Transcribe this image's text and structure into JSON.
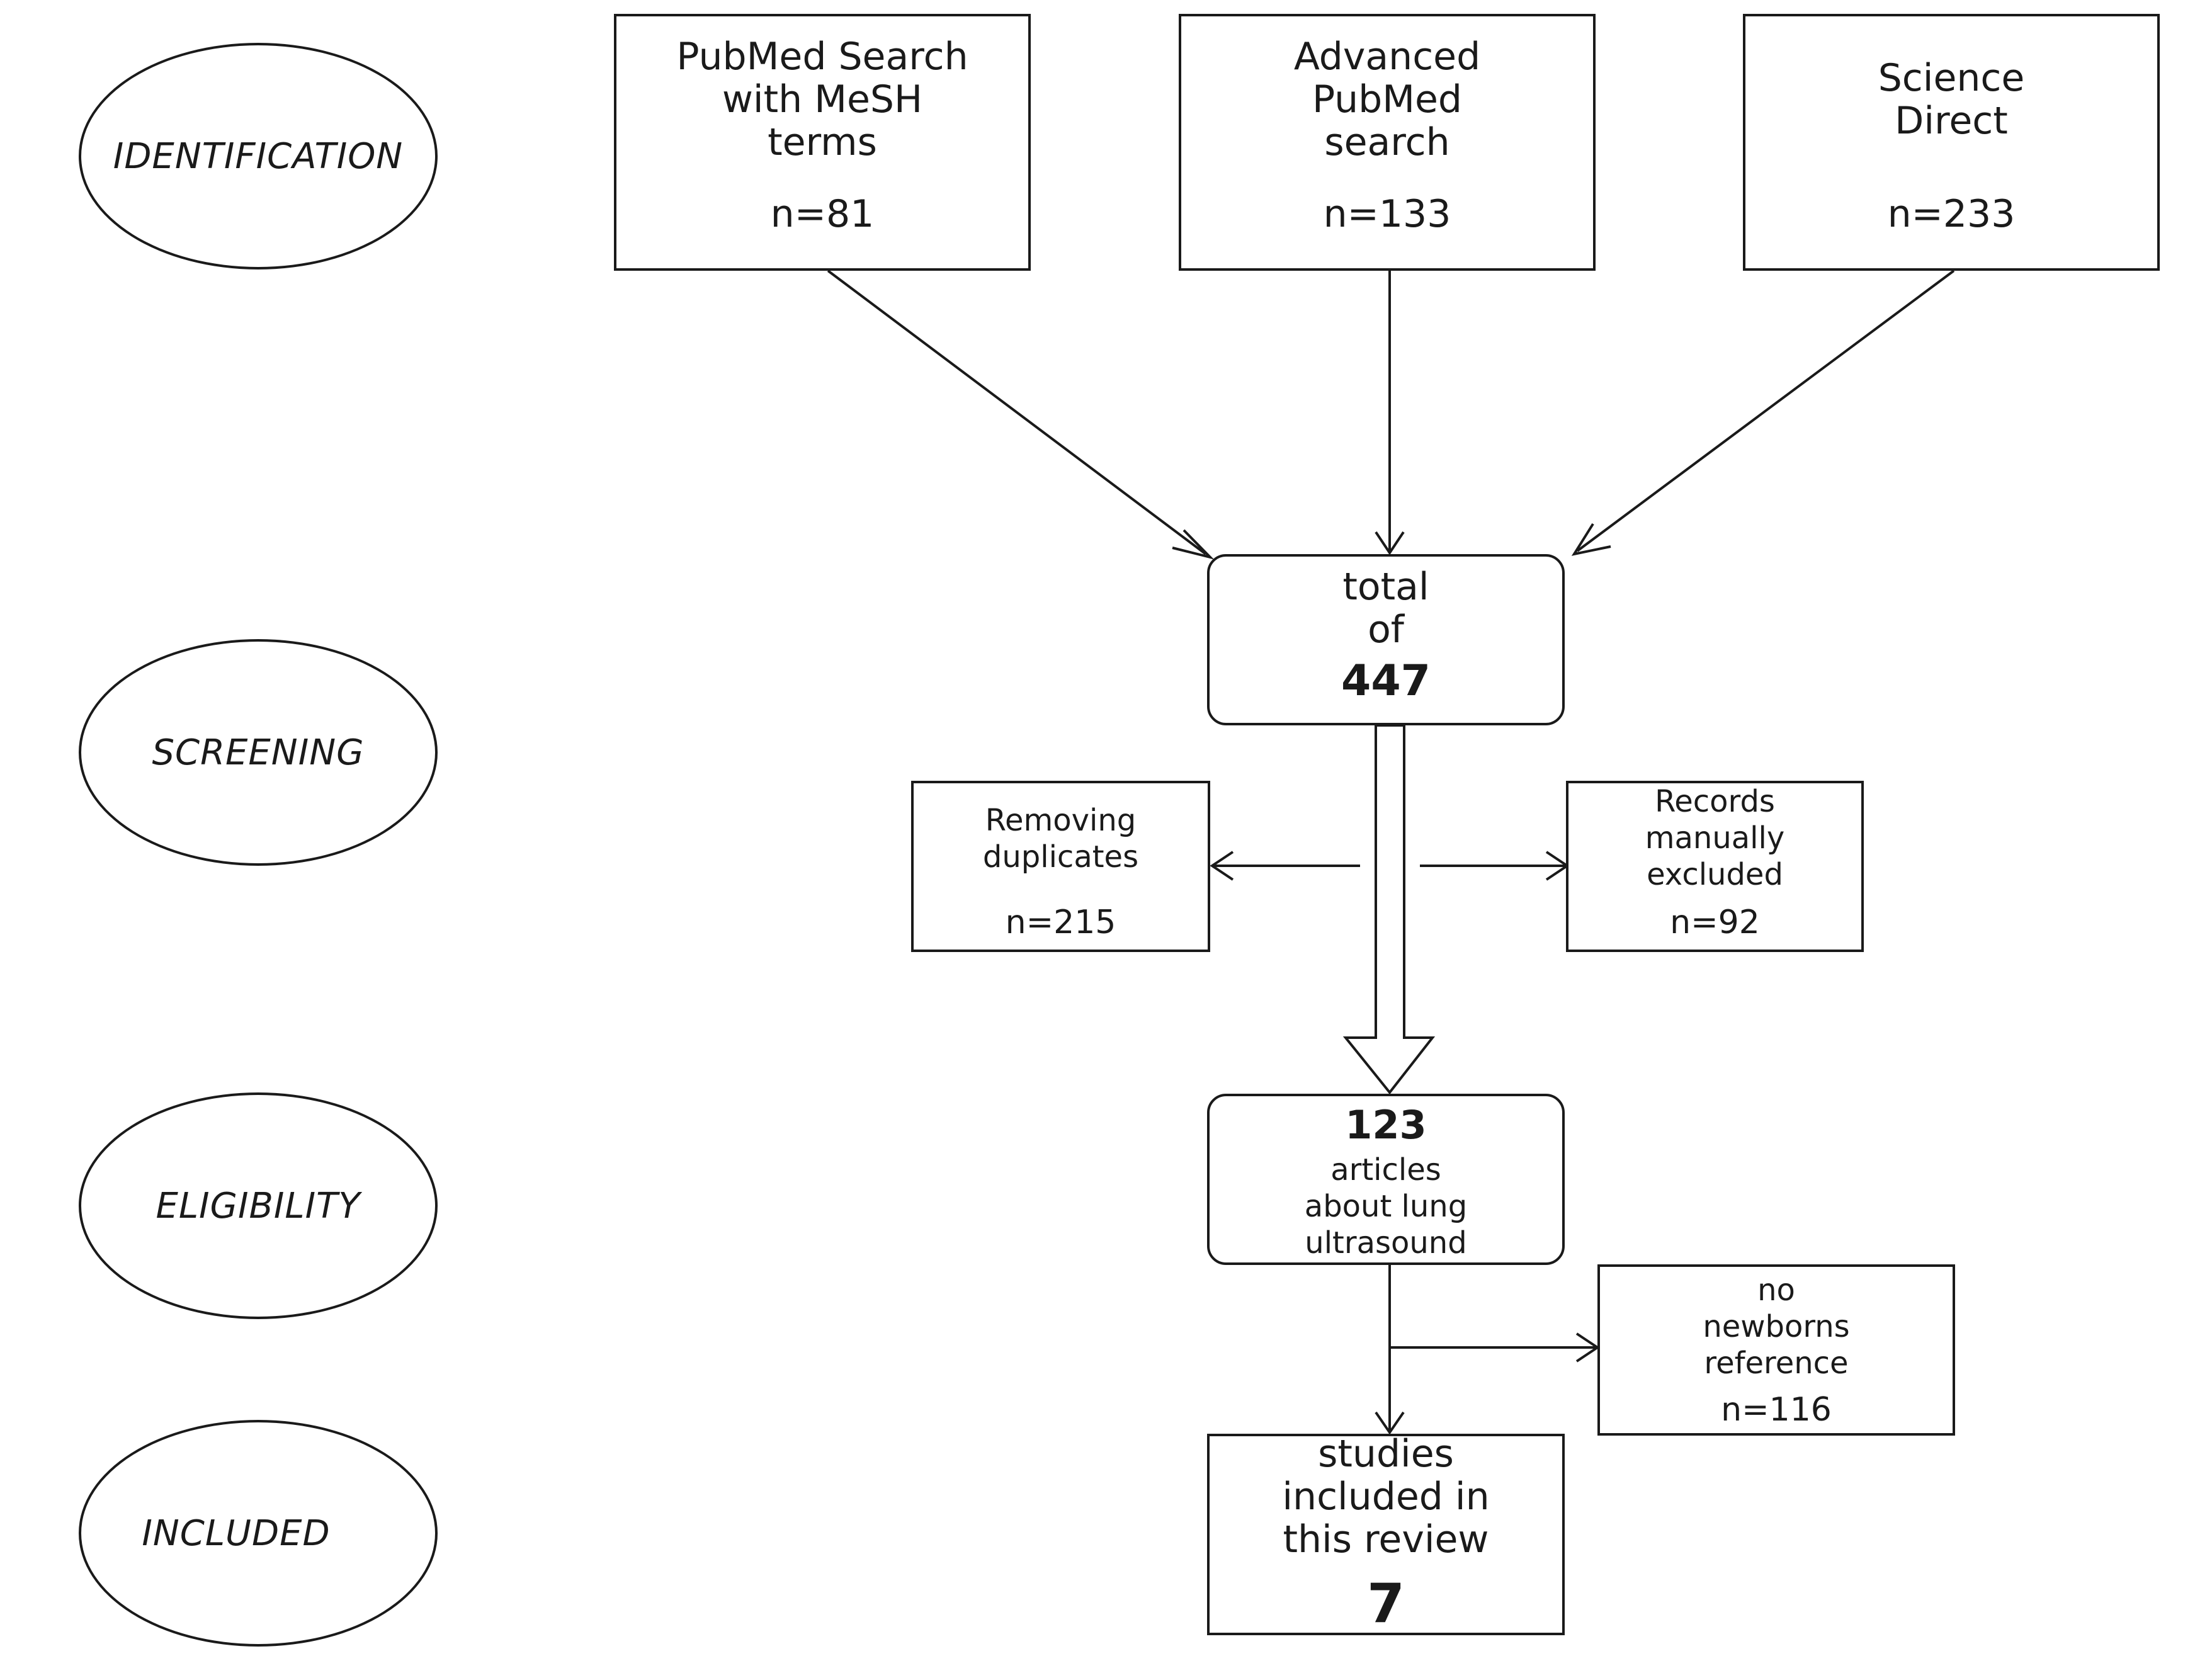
{
  "stages": {
    "identification": "IDENTIFICATION",
    "screening": "SCREENING",
    "eligibility": "ELIGIBILITY",
    "included": "INCLUDED"
  },
  "sources": [
    {
      "lines": [
        "PubMed Search",
        "with MeSH",
        "terms"
      ],
      "count": "n=81"
    },
    {
      "lines": [
        "Advanced",
        "PubMed",
        "search"
      ],
      "count": "n=133"
    },
    {
      "lines": [
        "Science",
        "Direct"
      ],
      "count": "n=233"
    }
  ],
  "total": {
    "lines": [
      "total",
      "of"
    ],
    "value": "447"
  },
  "duplicates": {
    "lines": [
      "Removing",
      "duplicates"
    ],
    "count": "n=215"
  },
  "manual": {
    "lines": [
      "Records",
      "manually",
      "excluded"
    ],
    "count": "n=92"
  },
  "eligible": {
    "value": "123",
    "lines": [
      "articles",
      "about lung",
      "ultrasound"
    ]
  },
  "no_newborns": {
    "lines": [
      "no",
      "newborns",
      "reference"
    ],
    "count": "n=116"
  },
  "included": {
    "lines": [
      "studies",
      "included in",
      "this review"
    ],
    "value": "7"
  }
}
